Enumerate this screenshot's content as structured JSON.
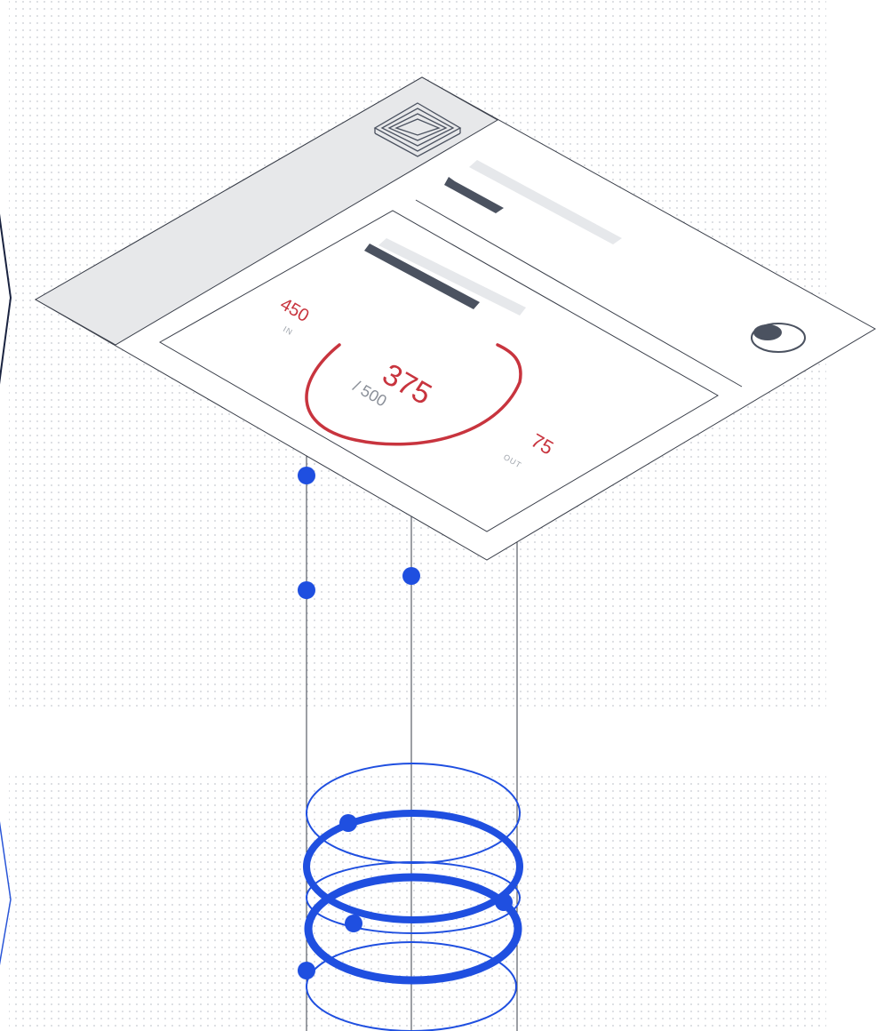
{
  "gauge": {
    "current": "375",
    "max_label": "/ 500",
    "in_value": "450",
    "in_label": "IN",
    "out_value": "75",
    "out_label": "OUT"
  },
  "colors": {
    "accent_red": "#c8343e",
    "connector_blue": "#1f4fe0",
    "dark_bar": "#4b5260",
    "light_bar": "#e6e8eb",
    "header_grey": "#e7e8ea",
    "line": "#3a3f4a",
    "dot_grid": "#d3d6db"
  },
  "icons": {
    "logo": "layered-diamond-logo-icon",
    "toggle": "toggle-switch-icon"
  },
  "toggle": {
    "state": "on"
  }
}
